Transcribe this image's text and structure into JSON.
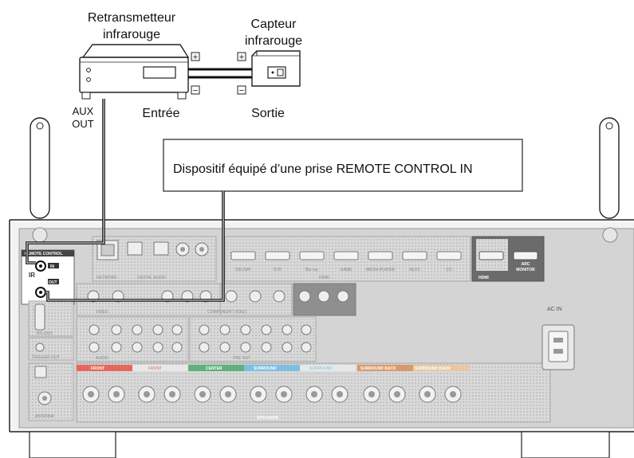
{
  "labels": {
    "retransmitter_line1": "Retransmetteur",
    "retransmitter_line2": "infrarouge",
    "sensor_line1": "Capteur",
    "sensor_line2": "infrarouge",
    "aux_line1": "AUX",
    "aux_line2": "OUT",
    "input": "Entrée",
    "output": "Sortie",
    "device_box": "Dispositif équipé d’une prise REMOTE CONTROL IN",
    "plus": "+",
    "minus": "−",
    "remote_control": "REMOTE CONTROL",
    "ir": "IR",
    "in": "IN",
    "out": "OUT",
    "ac_in": "AC IN",
    "network": "NETWORK",
    "digital_audio": "DIGITAL AUDIO",
    "hdmi": "HDMI",
    "monitor": "MONITOR",
    "arc": "ARC",
    "video": "VIDEO",
    "component_video": "COMPONENT VIDEO",
    "audio": "AUDIO",
    "pre_out": "PRE OUT",
    "rs232c": "RS-232C",
    "trigger_out": "TRIGGER OUT",
    "antenna": "ANTENNA",
    "speakers": "SPEAKERS",
    "spk_front_l": "FRONT",
    "spk_front_r": "FRONT",
    "spk_center": "CENTER",
    "spk_surround_l": "SURROUND",
    "spk_surround_r": "SURROUND",
    "spk_sb_l": "SURROUND BACK",
    "spk_sb_r": "SURROUND BACK",
    "hdmi_inputs": [
      "CBL/SAT",
      "DVD",
      "Blu-ray",
      "GAME",
      "MEDIA PLAYER",
      "AUX2",
      "CD"
    ]
  },
  "colors": {
    "front": "#e6685c",
    "center": "#5fb07a",
    "surround": "#7cbfe3",
    "surround_back": "#d89a6a",
    "surround_back_r": "#e9c7a2",
    "panel": "#c8c8c8",
    "wire": "#111111"
  }
}
